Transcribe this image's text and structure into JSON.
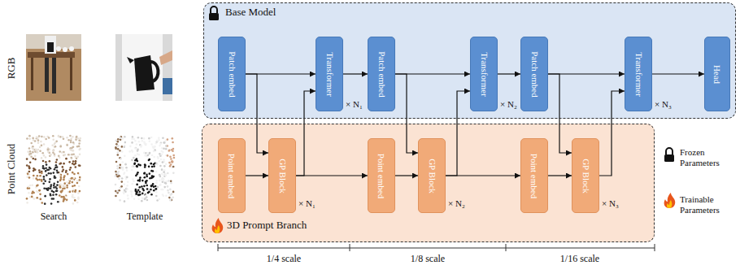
{
  "diagram": {
    "nodes": [
      {
        "text": [
          "Base Model"
        ]
      },
      {
        "text": [
          "Patch embed"
        ],
        "in": 0
      },
      {
        "text": [
          "Transformer"
        ],
        "in": 0
      },
      {
        "text": [
          "Patch embed"
        ],
        "in": 0
      },
      {
        "text": [
          "Transformer"
        ],
        "in": 0
      },
      {
        "text": [
          "Patch embed"
        ],
        "in": 0
      },
      {
        "text": [
          "Transformer"
        ],
        "in": 0
      },
      {
        "text": [
          "Head"
        ],
        "in": 0
      },
      {
        "text": [
          "3D Prompt Branch"
        ]
      },
      {
        "text": [
          "Point embed"
        ],
        "in": 8
      },
      {
        "text": [
          "GP Block"
        ],
        "in": 8
      },
      {
        "text": [
          "Point embed"
        ],
        "in": 8
      },
      {
        "text": [
          "GP Block"
        ],
        "in": 8
      },
      {
        "text": [
          "Point embed"
        ],
        "in": 8
      },
      {
        "text": [
          "GP Block"
        ],
        "in": 8
      }
    ],
    "edges": [
      {
        "from": 1,
        "to": 2,
        "arrow": "to"
      },
      {
        "from": 2,
        "to": 3,
        "arrow": "to"
      },
      {
        "from": 3,
        "to": 4,
        "arrow": "to"
      },
      {
        "from": 4,
        "to": 5,
        "arrow": "to"
      },
      {
        "from": 5,
        "to": 6,
        "arrow": "to"
      },
      {
        "from": 6,
        "to": 7,
        "arrow": "to"
      },
      {
        "from": 1,
        "to": 10,
        "arrow": "to"
      },
      {
        "from": 9,
        "to": 10,
        "arrow": "to"
      },
      {
        "from": 10,
        "to": 2,
        "arrow": "to"
      },
      {
        "from": 10,
        "to": 11,
        "arrow": "to"
      },
      {
        "from": 3,
        "to": 12,
        "arrow": "to"
      },
      {
        "from": 11,
        "to": 12,
        "arrow": "to"
      },
      {
        "from": 12,
        "to": 4,
        "arrow": "to"
      },
      {
        "from": 12,
        "to": 13,
        "arrow": "to"
      },
      {
        "from": 5,
        "to": 14,
        "arrow": "to"
      },
      {
        "from": 13,
        "to": 14,
        "arrow": "to"
      },
      {
        "from": 14,
        "to": 6,
        "arrow": "to"
      }
    ],
    "labels": [
      "RGB",
      "Point Cloud",
      "Search",
      "Template",
      "× N₁",
      "× N₂",
      "× N₃",
      "× N₁",
      "× N₂",
      "× N₃",
      "1/4 scale",
      "1/8 scale",
      "1/16 scale"
    ],
    "legend": [
      {
        "text": "Frozen Parameters"
      },
      {
        "text": "Trainable Parameters"
      }
    ]
  }
}
